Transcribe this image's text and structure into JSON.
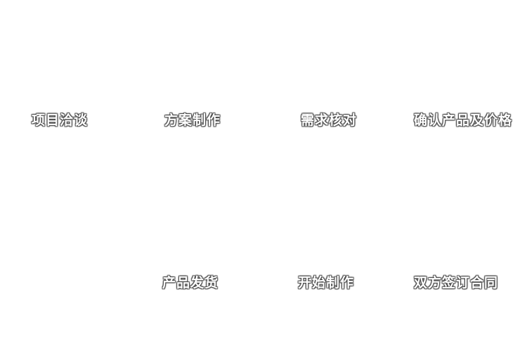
{
  "diagram": {
    "type": "process-flow",
    "background_color": "#ffffff",
    "text_color": "#ffffff",
    "outline_color": "#4a4a4a"
  },
  "steps": [
    {
      "id": "project-negotiation",
      "label": "项目洽谈"
    },
    {
      "id": "proposal-creation",
      "label": "方案制作"
    },
    {
      "id": "requirements-check",
      "label": "需求核对"
    },
    {
      "id": "confirm-product-price",
      "label": "确认产品及价格"
    },
    {
      "id": "sign-contract",
      "label": "双方签订合同"
    },
    {
      "id": "start-production",
      "label": "开始制作"
    },
    {
      "id": "product-shipment",
      "label": "产品发货"
    }
  ]
}
